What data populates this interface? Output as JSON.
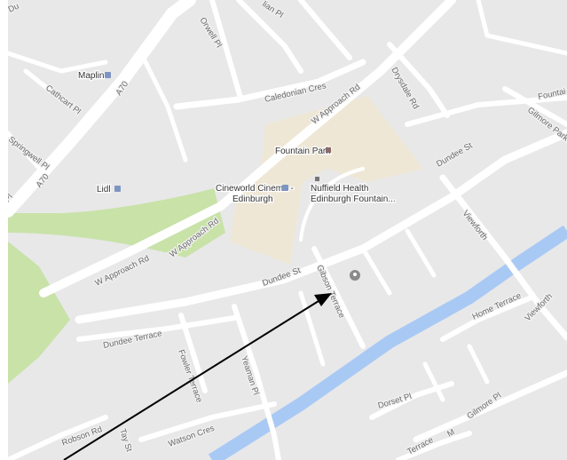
{
  "colors": {
    "land": "#e8e8e8",
    "road": "#ffffff",
    "park": "#c8e2a8",
    "park_area": "#efe7d6",
    "water": "#a9c9f5",
    "arrow": "#000000",
    "poi_pin": "#8a8a8a"
  },
  "streets": {
    "caledonian_cres": "Caledonian Cres",
    "w_approach_rd_top": "W Approach Rd",
    "w_approach_rd_mid": "W Approach Rd",
    "w_approach_rd_low": "W Approach Rd",
    "dundee_st_main": "Dundee St",
    "dundee_st_right": "Dundee St",
    "gibson_terrace": "Gibson Terrace",
    "dundee_terrace": "Dundee Terrace",
    "fowler_terrace": "Fowler Terrace",
    "yeaman_pl": "Yeaman Pl",
    "watson_cres": "Watson Cres",
    "dorset_pl": "Dorset Pl",
    "home_terrace": "Home Terrace",
    "viewforth_a": "Viewforth",
    "viewforth_b": "Viewforth",
    "gilmore_pl": "Gilmore Pl",
    "gilmore_park": "Gilmore Park",
    "fountainbridge": "Fountai",
    "drysdale_rd": "Drysdale Rd",
    "orwell_pl": "Orwell Pl",
    "dalry_pl": "lian Pl",
    "cathcart_pl": "Cathcart Pl",
    "springwell_pl": "Springwell Pl",
    "a70_upper": "A70",
    "a70_lower": "A70",
    "pl_left": "Pl",
    "du_top": "Du",
    "tay_st": "Tay St",
    "robson_rd": "Robson Rd",
    "terrace_bottom": "Terrace",
    "m_bottom": "M"
  },
  "places": {
    "maplin": "Maplin",
    "lidl": "Lidl",
    "fountain_park": "Fountain Park",
    "cineworld_line1": "Cineworld Cinema -",
    "cineworld_line2": "Edinburgh",
    "nuffield_line1": "Nuffield Health",
    "nuffield_line2": "Edinburgh Fountain..."
  },
  "icons": {
    "maplin": "shopping-bag-icon",
    "lidl": "shopping-cart-icon",
    "fountain_park": "landmark-icon",
    "cineworld": "cinema-icon",
    "nuffield": "health-icon",
    "pin": "place-pin-icon"
  }
}
